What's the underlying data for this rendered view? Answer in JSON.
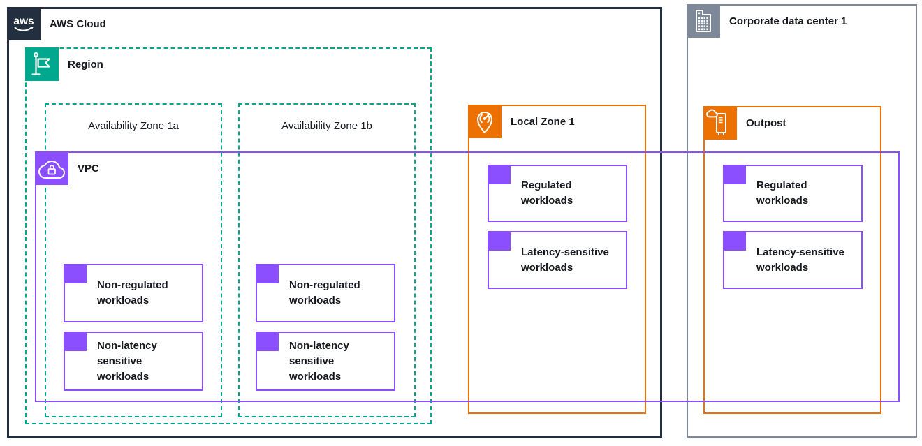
{
  "colors": {
    "aws_dark": "#232F3E",
    "region_teal": "#01A88D",
    "vpc_purple": "#8C4FFF",
    "zone_orange": "#ED7100",
    "datacenter_gray": "#7D8998",
    "text": "#16191F"
  },
  "aws_cloud": {
    "label": "AWS Cloud",
    "icon": "aws-logo-icon"
  },
  "region": {
    "label": "Region",
    "icon": "region-flag-icon",
    "availability_zones": [
      {
        "label": "Availability Zone 1a",
        "workloads": [
          "Non-regulated workloads",
          "Non-latency sensitive workloads"
        ]
      },
      {
        "label": "Availability Zone 1b",
        "workloads": [
          "Non-regulated workloads",
          "Non-latency sensitive workloads"
        ]
      }
    ]
  },
  "vpc": {
    "label": "VPC",
    "icon": "vpc-cloud-lock-icon"
  },
  "local_zone": {
    "label": "Local Zone 1",
    "icon": "local-zone-pin-icon",
    "workloads": [
      "Regulated workloads",
      "Latency-sensitive workloads"
    ]
  },
  "outpost": {
    "label": "Outpost",
    "icon": "outpost-server-icon",
    "workloads": [
      "Regulated workloads",
      "Latency-sensitive workloads"
    ]
  },
  "corporate_data_center": {
    "label": "Corporate data center 1",
    "icon": "building-icon"
  }
}
